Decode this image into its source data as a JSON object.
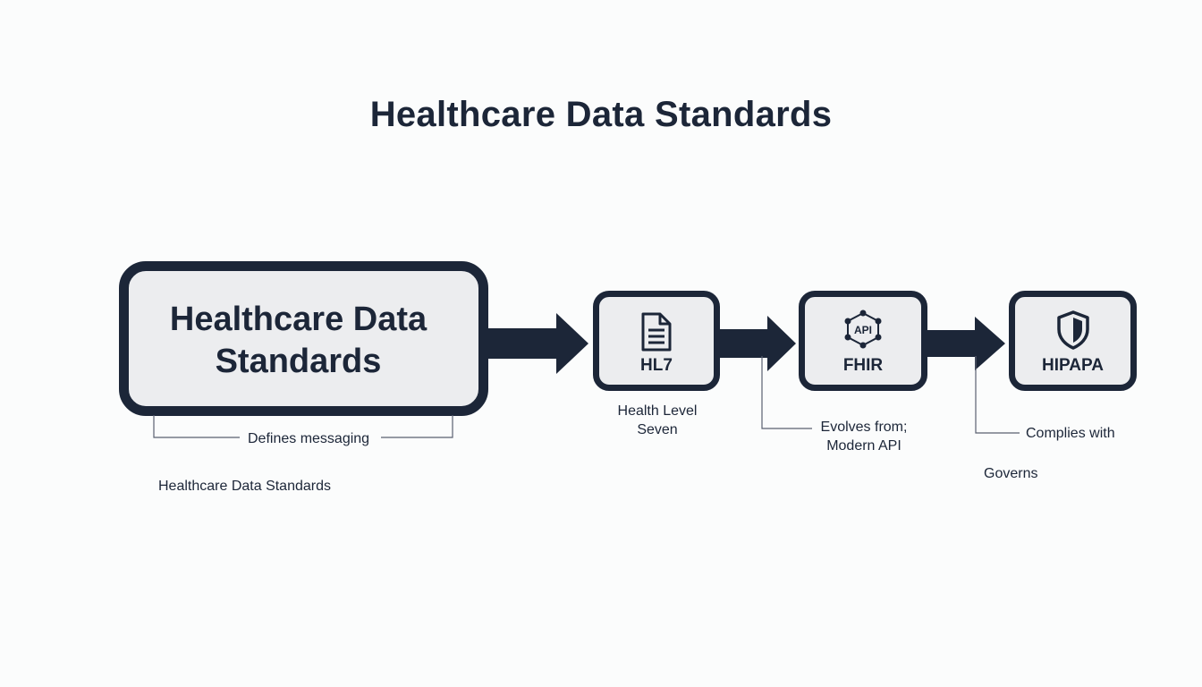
{
  "title": "Healthcare Data Standards",
  "main_node": {
    "label_line1": "Healthcare Data",
    "label_line2": "Standards",
    "caption": "Defines messaging"
  },
  "footer_label": "Healthcare Data Standards",
  "nodes": [
    {
      "label": "HL7",
      "icon": "document-icon",
      "caption_line1": "Health Level",
      "caption_line2": "Seven"
    },
    {
      "label": "FHIR",
      "icon": "api-network-icon",
      "icon_text": "API",
      "caption_line1": "Evolves from;",
      "caption_line2": "Modern API"
    },
    {
      "label": "HIPAPA",
      "icon": "shield-icon",
      "caption_line1": "Complies with",
      "caption_line2": "Governs"
    }
  ],
  "colors": {
    "ink": "#1c2638",
    "box_fill": "#ecedef",
    "background": "#fbfcfc",
    "connector": "#5a6070"
  }
}
